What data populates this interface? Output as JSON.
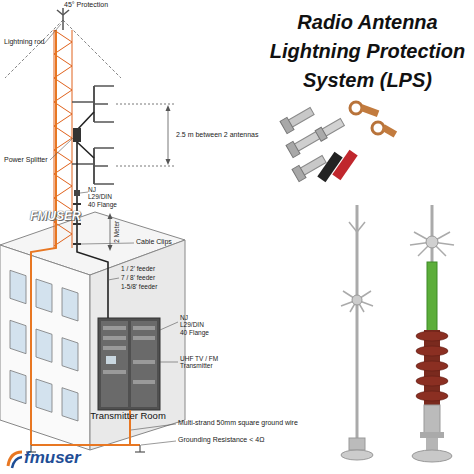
{
  "diagram": {
    "title": "Radio Antenna Lightning Protection System (LPS)",
    "nodes": [
      {
        "text": [
          "Transmitter Room"
        ]
      }
    ],
    "labels": [
      "45° Protection",
      "Lightning rod",
      "Power Splitter",
      "2.5 m between 2 antennas",
      "NJ L29/DIN 40 Flange",
      "2 Meter",
      "Cable Clips",
      "FMUSER",
      "1 / 2' feeder",
      "7 / 8' feeder",
      "1-5/8' feeder",
      "NJ L29/DIN 40 Flange",
      "UHF TV / FM Transmitter",
      "Multi-strand 50mm square ground wire",
      "Grounding Resistance < 4Ω",
      "fmuser"
    ]
  }
}
